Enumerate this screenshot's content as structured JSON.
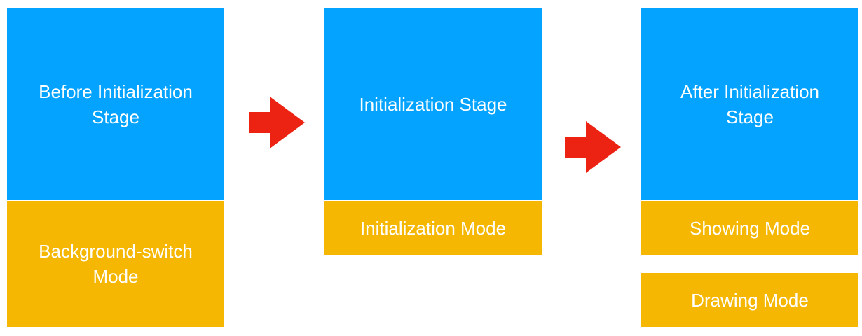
{
  "stages": {
    "before": "Before Initialization Stage",
    "init": "Initialization Stage",
    "after": "After Initialization Stage"
  },
  "modes": {
    "background_switch": "Background-switch Mode",
    "initialization": "Initialization Mode",
    "showing": "Showing Mode",
    "drawing": "Drawing Mode"
  },
  "colors": {
    "stage": "#03a3ff",
    "mode": "#f5b701",
    "arrow": "#ec2312",
    "text": "#ffffff"
  }
}
